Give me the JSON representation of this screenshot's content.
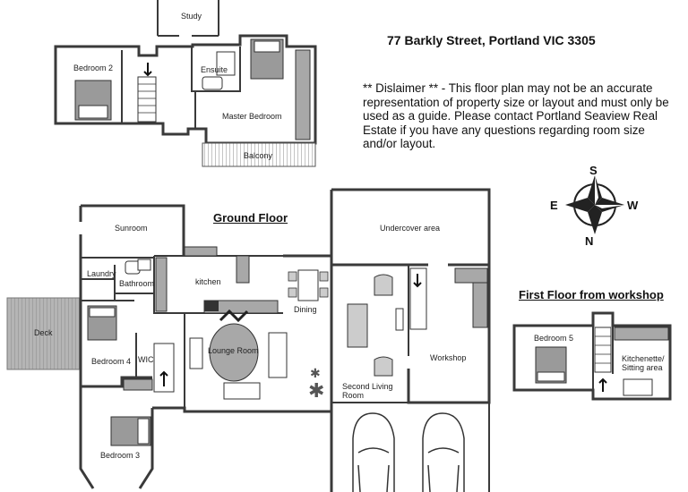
{
  "address": "77 Barkly Street, Portland VIC 3305",
  "disclaimer": "** Dislaimer ** - This floor plan may not be an accurate representation of property size or layout and must only be used as a guide. Please contact Portland Seaview Real Estate if you have any questions regarding room size and/or layout.",
  "headings": {
    "ground_floor": "Ground Floor",
    "workshop_first_floor": "First Floor from workshop"
  },
  "compass": {
    "north": "N",
    "south": "S",
    "east": "E",
    "west": "W"
  },
  "upper_floor_rooms": {
    "study": "Study",
    "bedroom2": "Bedroom 2",
    "ensuite": "Ensuite",
    "master_bedroom": "Master Bedroom",
    "balcony": "Balcony"
  },
  "ground_floor_rooms": {
    "sunroom": "Sunroom",
    "laundry": "Laundry",
    "bathroom": "Bathroom",
    "kitchen": "kitchen",
    "dining": "Dining",
    "deck": "Deck",
    "bedroom4": "Bedroom 4",
    "wic": "WIC",
    "lounge": "Lounge Room",
    "bedroom3": "Bedroom 3",
    "undercover": "Undercover area",
    "second_living_line1": "Second Living",
    "second_living_line2": "Room",
    "workshop": "Workshop"
  },
  "workshop_rooms": {
    "bedroom5": "Bedroom 5",
    "kitchenette_line1": "Kitchenette/",
    "kitchenette_line2": "Sitting area"
  },
  "colors": {
    "wall": "#3a3a3a",
    "fixture": "#a8a8a8",
    "deck": "#999999",
    "floor": "#ffffff"
  }
}
